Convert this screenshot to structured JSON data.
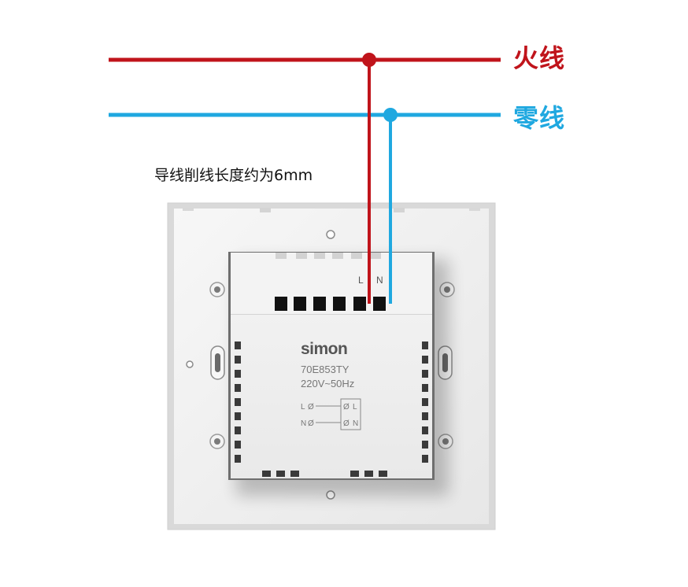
{
  "wires": {
    "live": {
      "label": "火线",
      "color": "#c0141b"
    },
    "neutral": {
      "label": "零线",
      "color": "#1fa8e0"
    }
  },
  "note": "导线削线长度约为6mm",
  "device": {
    "brand": "simon",
    "model": "70E853TY",
    "rating": "220V~50Hz",
    "terminal_labels": [
      "L",
      "N"
    ],
    "schematic": {
      "left_l": "L",
      "left_n": "N",
      "right_l": "L",
      "right_n": "N",
      "ground_symbol": "Ø"
    }
  },
  "colors": {
    "plate": "#f2f2f2",
    "module": "#ececec",
    "terminal_block": "#111111"
  }
}
